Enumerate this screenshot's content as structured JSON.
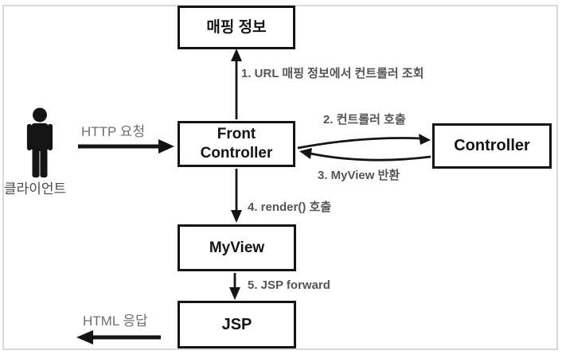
{
  "diagram": {
    "boxes": {
      "mapping": {
        "label": "매핑 정보"
      },
      "front_controller": {
        "line1": "Front",
        "line2": "Controller"
      },
      "controller": {
        "label": "Controller"
      },
      "myview": {
        "label": "MyView"
      },
      "jsp": {
        "label": "JSP"
      }
    },
    "steps": {
      "step1": "1. URL 매핑 정보에서 컨트롤러 조회",
      "step2": "2. 컨트롤러 호출",
      "step3": "3. MyView 반환",
      "step4": "4. render() 호출",
      "step5": "5. JSP forward"
    },
    "flows": {
      "http_request": "HTTP 요청",
      "html_response": "HTML 응답"
    },
    "actor": {
      "label": "클라이언트",
      "icon": "person-icon"
    },
    "colors": {
      "box_border": "#141414",
      "box_text": "#141414",
      "step_label_gray": "#555555",
      "flow_label_gray": "#6e6e6e",
      "arrow_black": "#141414",
      "outer_border_gray": "#d9d9d9",
      "background": "#ffffff"
    }
  }
}
